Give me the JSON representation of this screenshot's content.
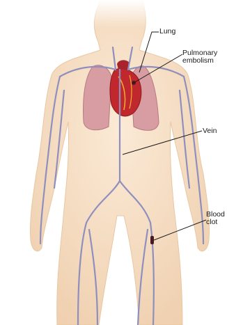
{
  "labels": {
    "lung": "Lung",
    "pulmonary_embolism_line1": "Pulmonary",
    "pulmonary_embolism_line2": "embolism",
    "vein": "Vein",
    "blood_clot_line1": "Blood",
    "blood_clot_line2": "clot"
  },
  "colors": {
    "skin": "#f6dfc6",
    "skin_shadow": "#ecc8a6",
    "lung": "#d99aa0",
    "heart": "#c0282d",
    "vein": "#8f8fbe",
    "clot": "#4a1a22",
    "leader_line": "#1a1a1a"
  }
}
